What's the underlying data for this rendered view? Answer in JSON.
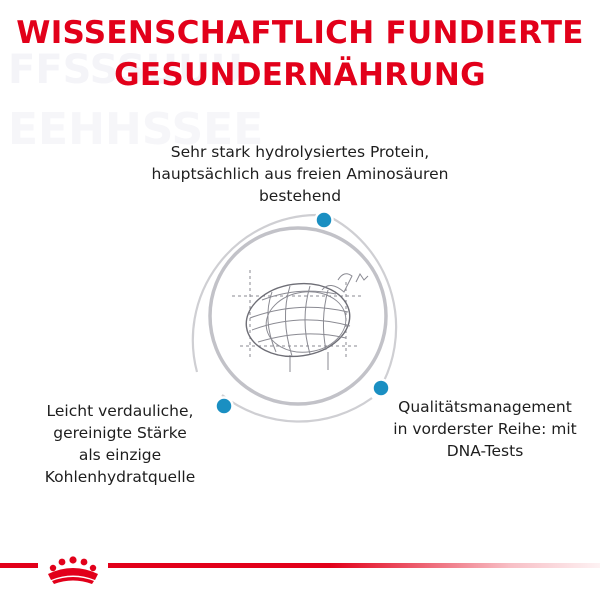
{
  "headline": {
    "line1": "WISSENSCHAFTLICH FUNDIERTE",
    "line2": "GESUNDERNÄHRUNG"
  },
  "benefits": {
    "top": {
      "line1": "Sehr stark hydrolysiertes Protein,",
      "line2": "hauptsächlich aus freien Aminosäuren",
      "line3": "bestehend"
    },
    "left": {
      "line1": "Leicht verdauliche,",
      "line2": "gereinigte Stärke",
      "line3": "als einzige",
      "line4": "Kohlenhydratquelle"
    },
    "right": {
      "line1": "Qualitätsmanagement",
      "line2": "in vorderster Reihe: mit",
      "line3": "DNA-Tests"
    }
  },
  "icons": {
    "center_illustration": "kibble-sketch-icon",
    "brand_logo": "royal-crown-logo",
    "bullet": "dot-icon"
  },
  "colors": {
    "brand_red": "#e2001a",
    "accent_blue": "#1a8fc2",
    "text": "#1e1e1e",
    "ring_gray": "#cfcfd3"
  }
}
